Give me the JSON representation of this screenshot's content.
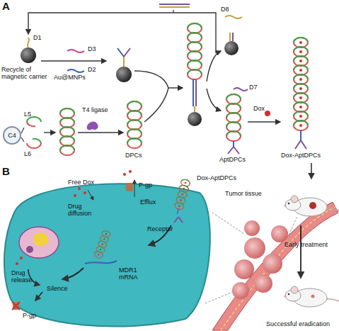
{
  "diagram": {
    "nodes": [
      {
        "text": [
          "C4"
        ]
      }
    ],
    "labels": [
      "A",
      "D8",
      "D1",
      "Recycle of magnetic carrier",
      "D3",
      "D2",
      "Au@MNPs",
      "L5",
      "L6",
      "T4 ligase",
      "DPCs",
      "D7",
      "AptDPCs",
      "Dox",
      "Dox-AptDPCs",
      "B",
      "Free Dox",
      "P-gp",
      "Drug diffusion",
      "Efflux",
      "Dox-AptDPCs",
      "Receptor",
      "Tumor tissue",
      "Drug release",
      "Silence",
      "MDR1 mRNA",
      "P-gp",
      "Early treatment",
      "Successful eradication"
    ]
  }
}
